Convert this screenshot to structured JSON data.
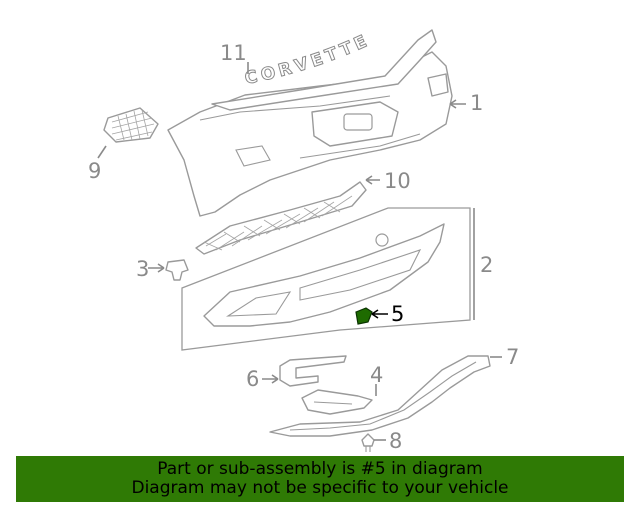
{
  "callouts": {
    "c1": "1",
    "c2": "2",
    "c3": "3",
    "c4": "4",
    "c5": "5",
    "c6": "6",
    "c7": "7",
    "c8": "8",
    "c9": "9",
    "c10": "10",
    "c11": "11"
  },
  "emblem_text": "CORVETTE",
  "highlight_color": "#1e6b00",
  "banner": {
    "line1": "Part or sub-assembly is #5 in diagram",
    "line2": "Diagram may not be specific to your vehicle",
    "color": "#2f7a05"
  }
}
